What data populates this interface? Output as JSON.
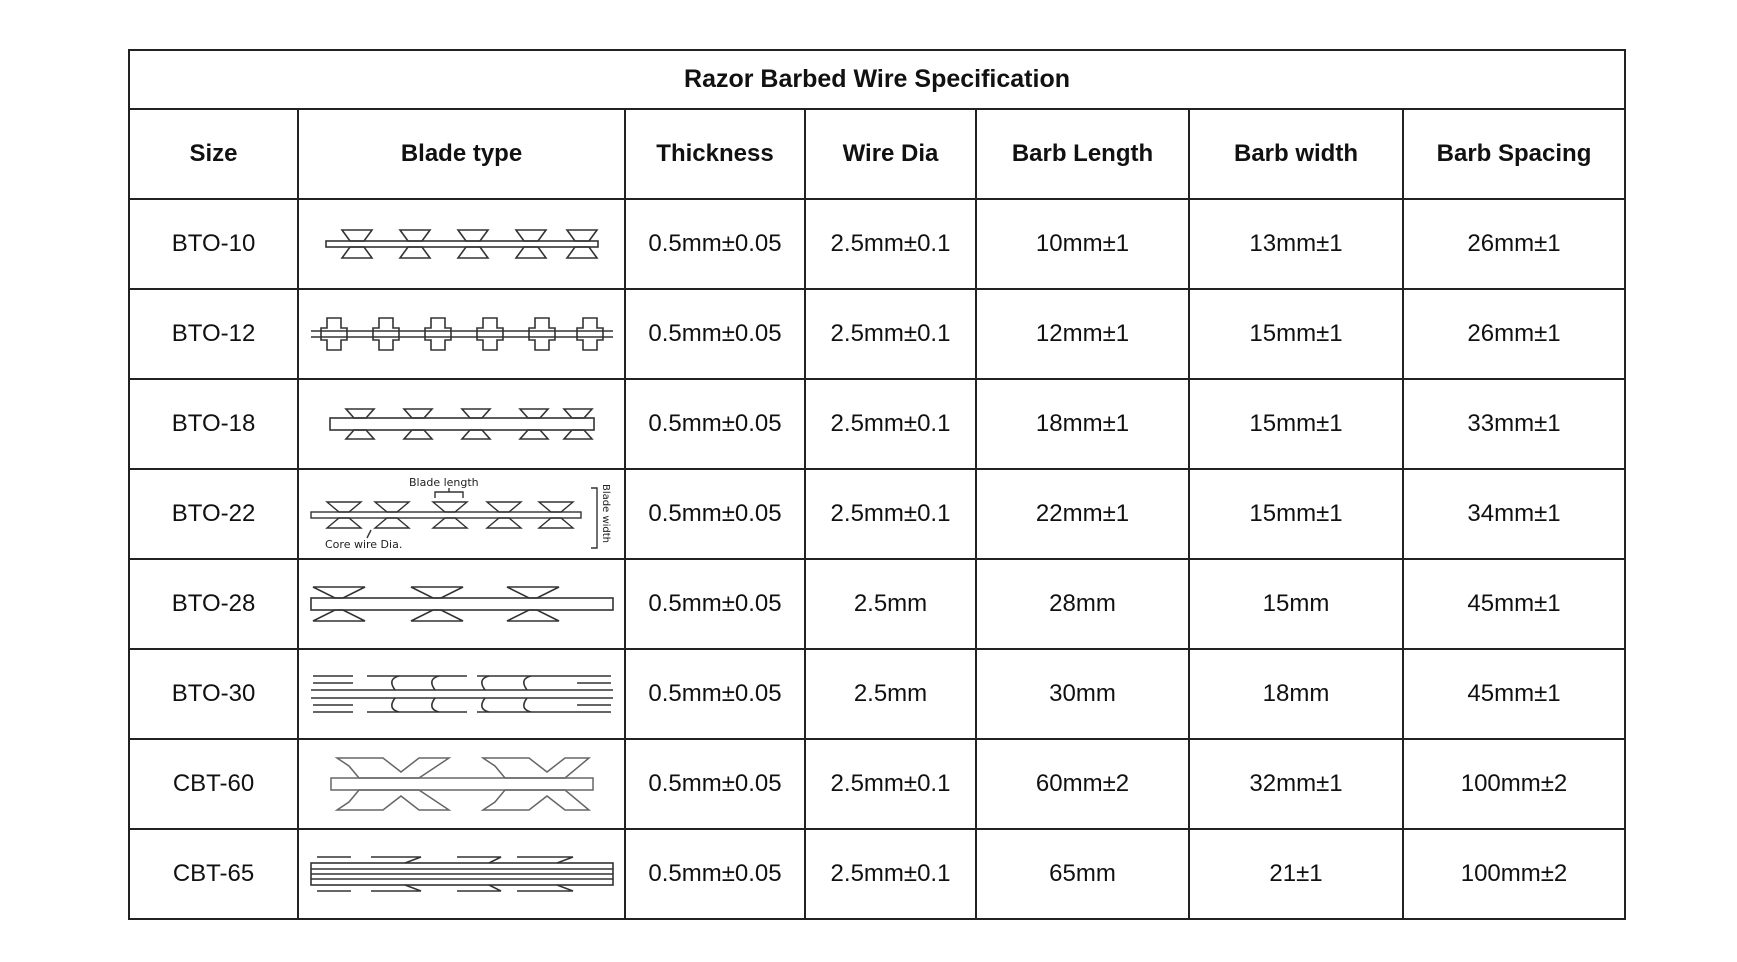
{
  "title": "Razor Barbed Wire Specification",
  "headers": [
    "Size",
    "Blade type",
    "Thickness",
    "Wire Dia",
    "Barb Length",
    "Barb width",
    "Barb Spacing"
  ],
  "rows": [
    {
      "size": "BTO-10",
      "blade_icon": "bto-10-blade-icon",
      "thickness": "0.5mm±0.05",
      "wire_dia": "2.5mm±0.1",
      "barb_length": "10mm±1",
      "barb_width": "13mm±1",
      "barb_spacing": "26mm±1"
    },
    {
      "size": "BTO-12",
      "blade_icon": "bto-12-blade-icon",
      "thickness": "0.5mm±0.05",
      "wire_dia": "2.5mm±0.1",
      "barb_length": "12mm±1",
      "barb_width": "15mm±1",
      "barb_spacing": "26mm±1"
    },
    {
      "size": "BTO-18",
      "blade_icon": "bto-18-blade-icon",
      "thickness": "0.5mm±0.05",
      "wire_dia": "2.5mm±0.1",
      "barb_length": "18mm±1",
      "barb_width": "15mm±1",
      "barb_spacing": "33mm±1"
    },
    {
      "size": "BTO-22",
      "blade_icon": "bto-22-blade-icon",
      "thickness": "0.5mm±0.05",
      "wire_dia": "2.5mm±0.1",
      "barb_length": "22mm±1",
      "barb_width": "15mm±1",
      "barb_spacing": "34mm±1"
    },
    {
      "size": "BTO-28",
      "blade_icon": "bto-28-blade-icon",
      "thickness": "0.5mm±0.05",
      "wire_dia": "2.5mm",
      "barb_length": "28mm",
      "barb_width": "15mm",
      "barb_spacing": "45mm±1"
    },
    {
      "size": "BTO-30",
      "blade_icon": "bto-30-blade-icon",
      "thickness": "0.5mm±0.05",
      "wire_dia": "2.5mm",
      "barb_length": "30mm",
      "barb_width": "18mm",
      "barb_spacing": "45mm±1"
    },
    {
      "size": "CBT-60",
      "blade_icon": "cbt-60-blade-icon",
      "thickness": "0.5mm±0.05",
      "wire_dia": "2.5mm±0.1",
      "barb_length": "60mm±2",
      "barb_width": "32mm±1",
      "barb_spacing": "100mm±2"
    },
    {
      "size": "CBT-65",
      "blade_icon": "cbt-65-blade-icon",
      "thickness": "0.5mm±0.05",
      "wire_dia": "2.5mm±0.1",
      "barb_length": "65mm",
      "barb_width": "21±1",
      "barb_spacing": "100mm±2"
    }
  ],
  "bto22_diagram": {
    "blade_length_label": "Blade length",
    "blade_width_label": "Blade width",
    "core_wire_label": "Core wire Dia."
  }
}
